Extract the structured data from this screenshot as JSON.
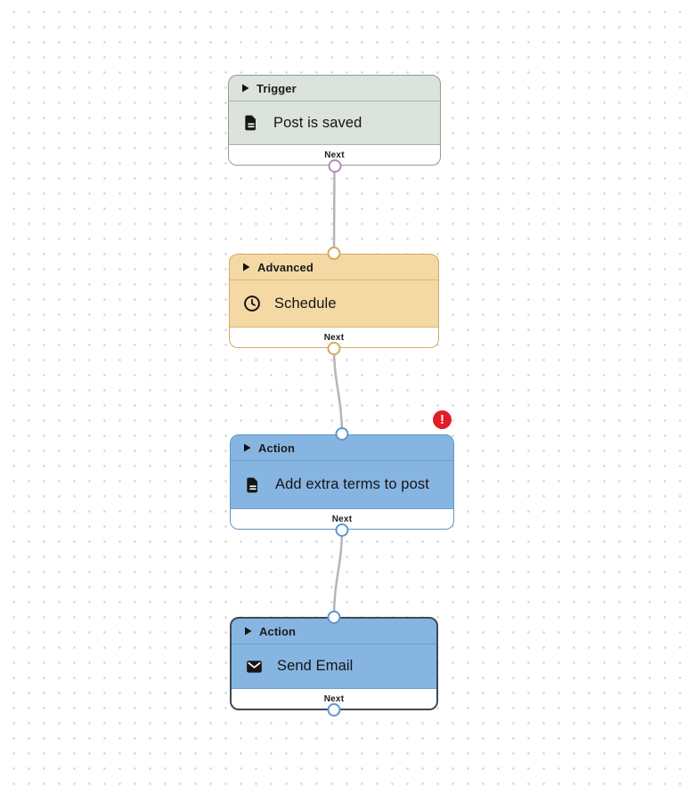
{
  "canvas": {
    "background_color": "#ffffff",
    "dot_color": "#d8d8d8",
    "connector_color": "#b4b4bc"
  },
  "nodes": [
    {
      "category": "Trigger",
      "title": "Post is saved",
      "icon": "file-text-icon",
      "footer_label": "Next",
      "has_input": false,
      "has_output": true,
      "selected": false,
      "colors": {
        "fill": "#dce3dc",
        "border": "#929b92",
        "divider": "#a9b2a9",
        "port": "#b48abd"
      }
    },
    {
      "category": "Advanced",
      "title": "Schedule",
      "icon": "clock-icon",
      "footer_label": "Next",
      "has_input": true,
      "has_output": true,
      "selected": false,
      "colors": {
        "fill": "#f5d9a4",
        "border": "#d2ab61",
        "divider": "#dab66e",
        "port": "#d2ab61"
      }
    },
    {
      "category": "Action",
      "title": "Add extra terms to post",
      "icon": "file-text-icon",
      "footer_label": "Next",
      "has_input": true,
      "has_output": true,
      "selected": false,
      "error": true,
      "colors": {
        "fill": "#87b5e2",
        "border": "#6096cb",
        "divider": "#6c9ed2",
        "port": "#6096cb"
      }
    },
    {
      "category": "Action",
      "title": "Send Email",
      "icon": "mail-icon",
      "footer_label": "Next",
      "has_input": true,
      "has_output": true,
      "selected": true,
      "colors": {
        "fill": "#87b5e2",
        "border": "#3f4a55",
        "divider": "#6c9ed2",
        "port": "#6096cb"
      }
    }
  ],
  "edges": [
    {
      "from": "Post is saved",
      "to": "Schedule"
    },
    {
      "from": "Schedule",
      "to": "Add extra terms to post"
    },
    {
      "from": "Add extra terms to post",
      "to": "Send Email"
    }
  ],
  "error_badge": {
    "symbol": "!",
    "color": "#e11d27"
  }
}
